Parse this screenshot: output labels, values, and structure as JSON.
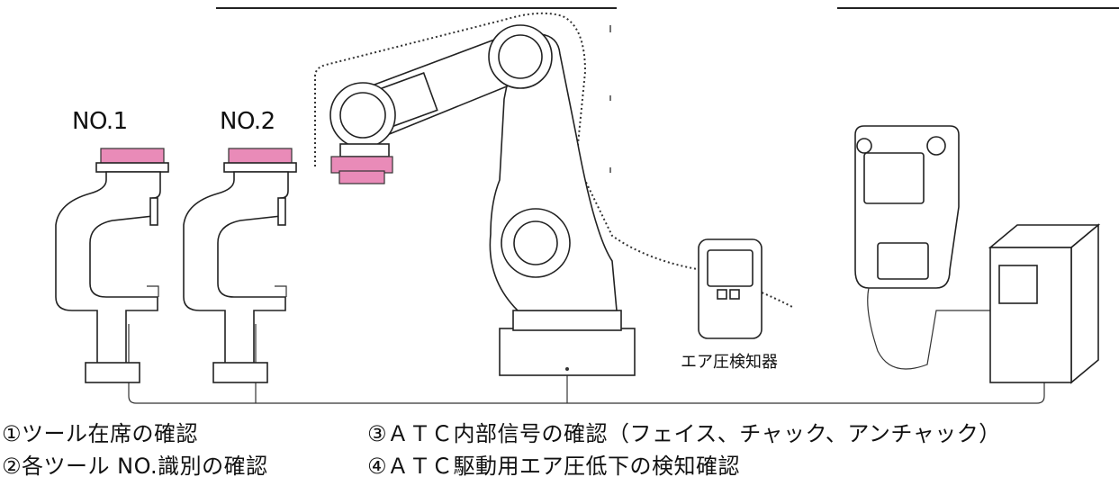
{
  "diagram": {
    "tools": [
      {
        "label": "NO.1"
      },
      {
        "label": "NO.2"
      }
    ],
    "devices": {
      "air_pressure_detector": "エア圧検知器"
    },
    "captions": [
      "①ツール在席の確認",
      "②各ツール NO.識別の確認",
      "③ＡＴＣ内部信号の確認（フェイス、チャック、アンチャック）",
      "④ＡＴＣ駆動用エア圧低下の検知確認"
    ],
    "colors": {
      "tool_plate": "#e98bb8",
      "line": "#222222"
    }
  }
}
